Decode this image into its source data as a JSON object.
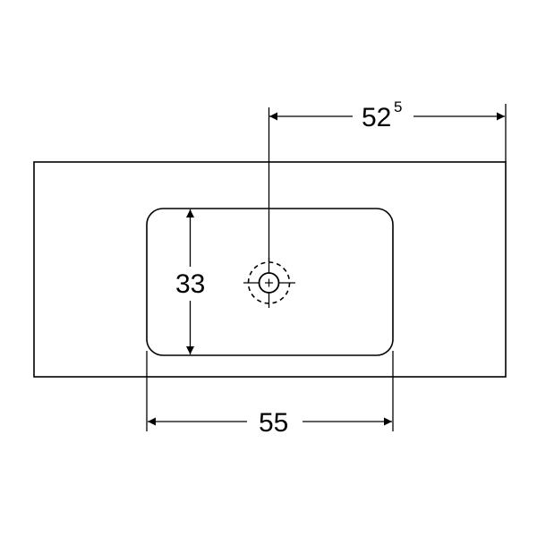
{
  "dimensions": {
    "drain_offset": {
      "main": "52",
      "superscript": "5"
    },
    "bowl_depth": "33",
    "bowl_width": "55"
  },
  "colors": {
    "stroke": "#000000",
    "background": "#ffffff"
  },
  "icons": {
    "drain": "drain-symbol-icon"
  }
}
